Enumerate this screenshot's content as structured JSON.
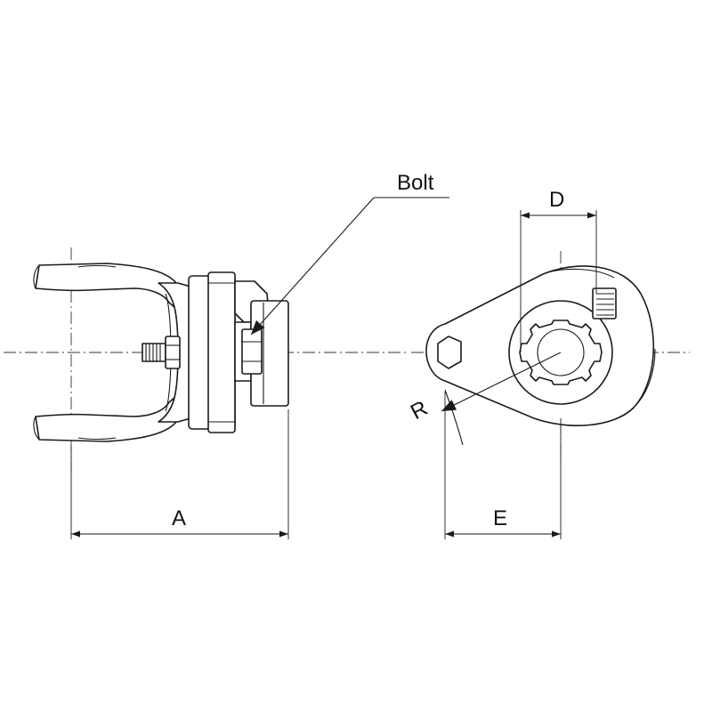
{
  "labels": {
    "bolt": "Bolt",
    "a": "A",
    "d": "D",
    "e": "E",
    "r": "R"
  },
  "colors": {
    "line": "#1a1a1a",
    "background": "#ffffff"
  }
}
